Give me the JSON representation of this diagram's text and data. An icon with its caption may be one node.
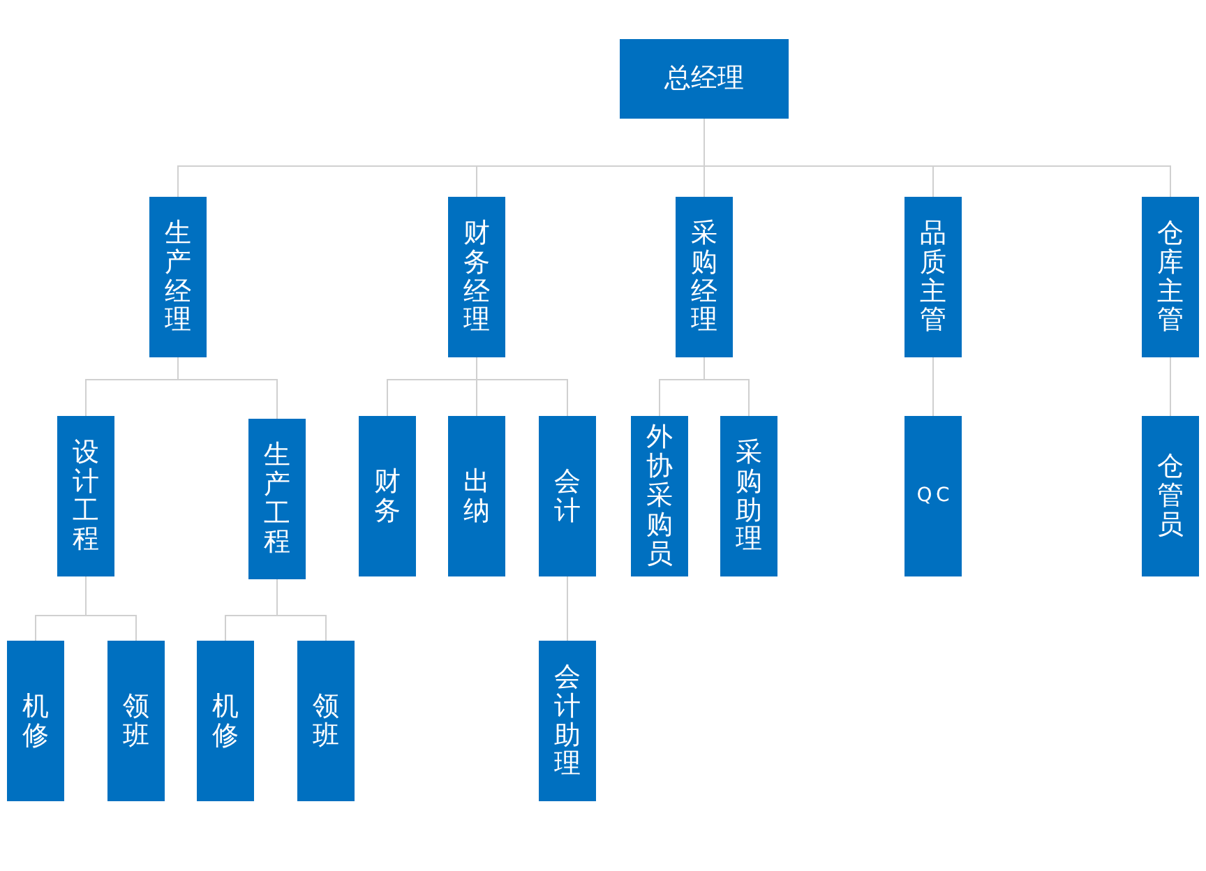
{
  "diagram": {
    "nodes": [
      {
        "text": [
          "总经理"
        ]
      },
      {
        "text": [
          "生产经理"
        ]
      },
      {
        "text": [
          "财务经理"
        ]
      },
      {
        "text": [
          "采购经理"
        ]
      },
      {
        "text": [
          "品质主管"
        ]
      },
      {
        "text": [
          "仓库主管"
        ]
      },
      {
        "text": [
          "设计工程"
        ]
      },
      {
        "text": [
          "生产工程"
        ]
      },
      {
        "text": [
          "财务"
        ]
      },
      {
        "text": [
          "出纳"
        ]
      },
      {
        "text": [
          "会计"
        ]
      },
      {
        "text": [
          "外协采购员"
        ]
      },
      {
        "text": [
          "采购助理"
        ]
      },
      {
        "text": [
          "QC"
        ]
      },
      {
        "text": [
          "仓管员"
        ]
      },
      {
        "text": [
          "机修"
        ]
      },
      {
        "text": [
          "领班"
        ]
      },
      {
        "text": [
          "机修"
        ]
      },
      {
        "text": [
          "领班"
        ]
      },
      {
        "text": [
          "会计助理"
        ]
      }
    ],
    "edges": [
      {
        "from": 0,
        "to": 1,
        "arrow": "none"
      },
      {
        "from": 0,
        "to": 2,
        "arrow": "none"
      },
      {
        "from": 0,
        "to": 3,
        "arrow": "none"
      },
      {
        "from": 0,
        "to": 4,
        "arrow": "none"
      },
      {
        "from": 0,
        "to": 5,
        "arrow": "none"
      },
      {
        "from": 1,
        "to": 6,
        "arrow": "none"
      },
      {
        "from": 1,
        "to": 7,
        "arrow": "none"
      },
      {
        "from": 2,
        "to": 8,
        "arrow": "none"
      },
      {
        "from": 2,
        "to": 9,
        "arrow": "none"
      },
      {
        "from": 2,
        "to": 10,
        "arrow": "none"
      },
      {
        "from": 3,
        "to": 11,
        "arrow": "none"
      },
      {
        "from": 3,
        "to": 12,
        "arrow": "none"
      },
      {
        "from": 4,
        "to": 13,
        "arrow": "none"
      },
      {
        "from": 5,
        "to": 14,
        "arrow": "none"
      },
      {
        "from": 6,
        "to": 15,
        "arrow": "none"
      },
      {
        "from": 6,
        "to": 16,
        "arrow": "none"
      },
      {
        "from": 7,
        "to": 17,
        "arrow": "none"
      },
      {
        "from": 7,
        "to": 18,
        "arrow": "none"
      },
      {
        "from": 10,
        "to": 19,
        "arrow": "none"
      }
    ]
  }
}
